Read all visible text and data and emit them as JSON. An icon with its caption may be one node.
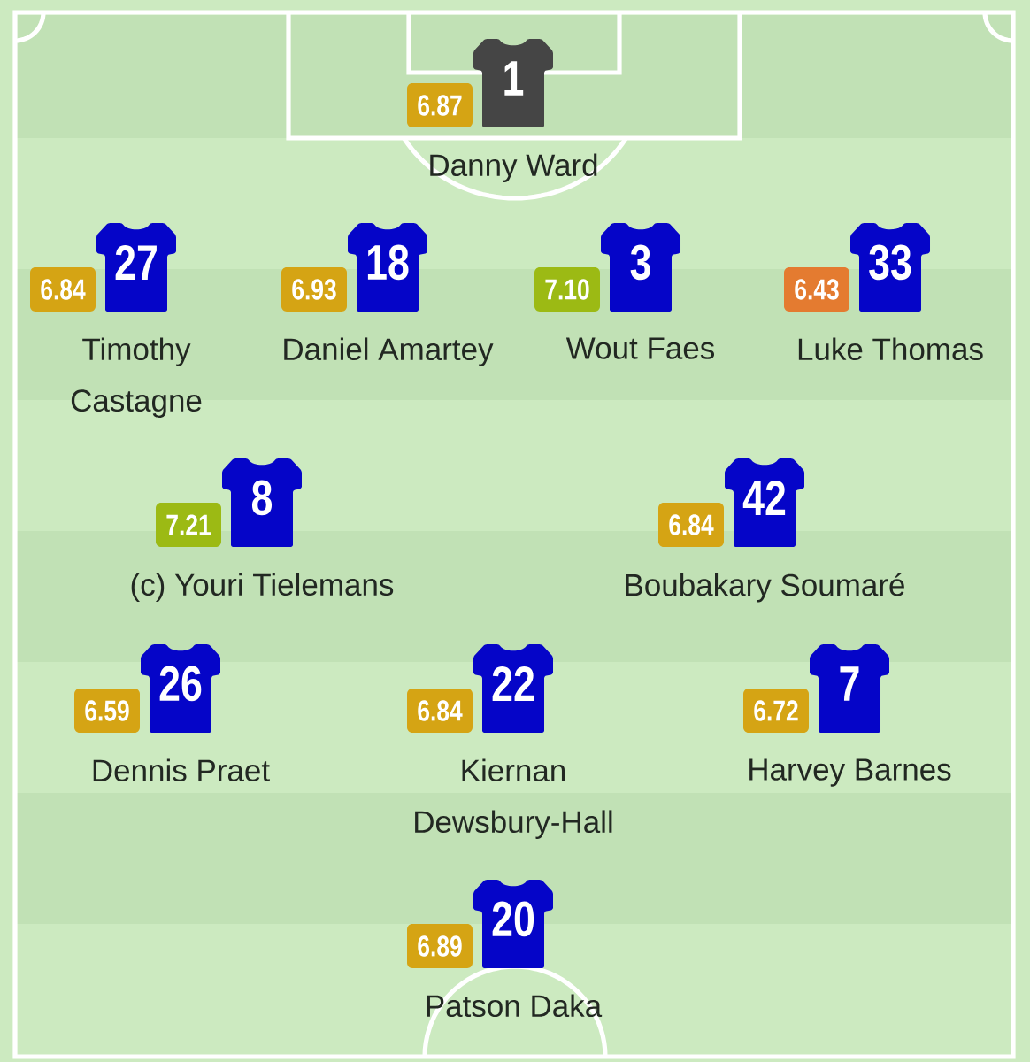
{
  "diagram": {
    "nodes": [
      {
        "text": [
          "6.87"
        ]
      },
      {
        "text": [
          "1"
        ],
        "beside": [
          "Danny Ward"
        ]
      },
      {
        "text": [
          "6.84"
        ]
      },
      {
        "text": [
          "27"
        ],
        "beside": [
          "Timothy Castagne"
        ]
      },
      {
        "text": [
          "6.93"
        ]
      },
      {
        "text": [
          "18"
        ],
        "beside": [
          "Daniel Amartey"
        ]
      },
      {
        "text": [
          "7.10"
        ]
      },
      {
        "text": [
          "3"
        ],
        "beside": [
          "Wout Faes"
        ]
      },
      {
        "text": [
          "6.43"
        ]
      },
      {
        "text": [
          "33"
        ],
        "beside": [
          "Luke Thomas"
        ]
      },
      {
        "text": [
          "7.21"
        ]
      },
      {
        "text": [
          "8"
        ],
        "beside": [
          "(c) Youri Tielemans"
        ]
      },
      {
        "text": [
          "6.84"
        ]
      },
      {
        "text": [
          "42"
        ],
        "beside": [
          "Boubakary Soumaré"
        ]
      },
      {
        "text": [
          "6.59"
        ]
      },
      {
        "text": [
          "26"
        ],
        "beside": [
          "Dennis Praet"
        ]
      },
      {
        "text": [
          "6.84"
        ]
      },
      {
        "text": [
          "22"
        ],
        "beside": [
          "Kiernan Dewsbury-Hall"
        ]
      },
      {
        "text": [
          "6.72"
        ]
      },
      {
        "text": [
          "7"
        ],
        "beside": [
          "Harvey Barnes"
        ]
      },
      {
        "text": [
          "6.89"
        ]
      },
      {
        "text": [
          "20"
        ],
        "beside": [
          "Patson Daka"
        ]
      }
    ]
  }
}
